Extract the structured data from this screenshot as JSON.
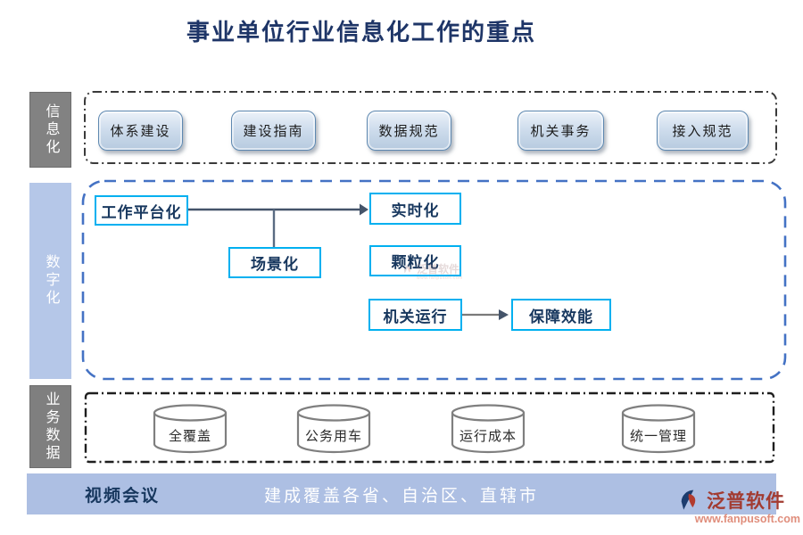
{
  "title": "事业单位行业信息化工作的重点",
  "sidebar": {
    "items": [
      {
        "label": "信息化",
        "color": "#828282"
      },
      {
        "label": "数字化",
        "color": "#B5C7E8"
      },
      {
        "label": "业务数据",
        "color": "#7F7F7F"
      }
    ]
  },
  "top_section": {
    "buttons": [
      "体系建设",
      "建设指南",
      "数据规范",
      "机关事务",
      "接入规范"
    ]
  },
  "middle_section": {
    "work_platform": "工作平台化",
    "realtime": "实时化",
    "scenario": "场景化",
    "granularity": "颗粒化",
    "agency_operation": "机关运行",
    "support_efficiency": "保障效能"
  },
  "bottom_section": {
    "cylinders": [
      "全覆盖",
      "公务用车",
      "运行成本",
      "统一管理"
    ]
  },
  "footer": {
    "left_label": "视频会议",
    "message": "建成覆盖各省、自治区、直辖市"
  },
  "brand": {
    "name": "泛普软件",
    "url": "www.fanpusoft.com"
  },
  "colors": {
    "flow_border": "#00B0F0",
    "flow_text": "#17375E",
    "dashed_container": "#4472C4",
    "footer_bar": "#ADBFE3",
    "brand_red": "#A23B31",
    "sidebar_gray": "#828282",
    "sidebar_blue": "#B5C7E8"
  }
}
